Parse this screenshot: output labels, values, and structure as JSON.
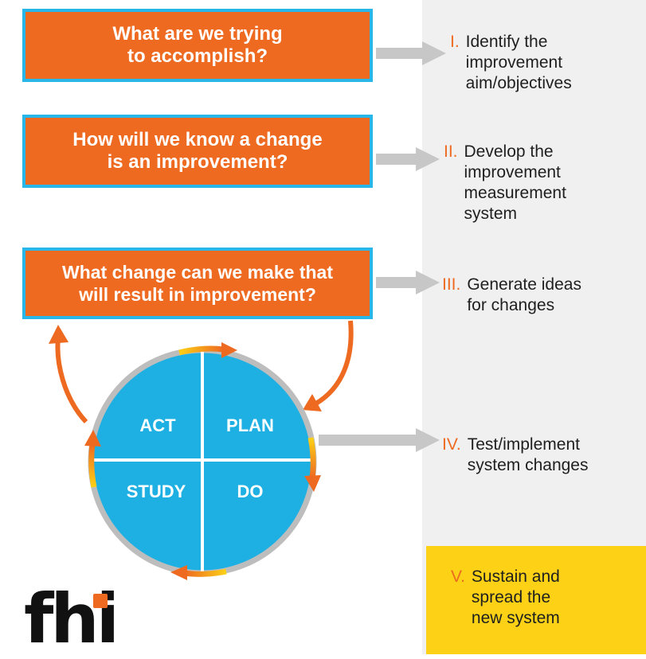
{
  "questions": [
    {
      "text": "What are we trying\nto accomplish?"
    },
    {
      "text": "How will we know a change\nis an improvement?"
    },
    {
      "text": "What change can we make that\nwill result in improvement?"
    }
  ],
  "steps": [
    {
      "num": "I.",
      "text": "Identify the\nimprovement\naim/objectives"
    },
    {
      "num": "II.",
      "text": "Develop the\nimprovement\nmeasurement\nsystem"
    },
    {
      "num": "III.",
      "text": "Generate ideas\nfor changes"
    },
    {
      "num": "IV.",
      "text": "Test/implement\nsystem changes"
    },
    {
      "num": "V.",
      "text": "Sustain and\nspread the\nnew system"
    }
  ],
  "cycle": {
    "act": "ACT",
    "plan": "PLAN",
    "study": "STUDY",
    "do": "DO"
  },
  "logo": {
    "text": "fhi"
  },
  "colors": {
    "orange": "#ee6a21",
    "blue_border": "#29b6e8",
    "circle_fill": "#1fb0e3",
    "sustain_bg": "#fcd116",
    "panel_bg": "#f0f0f0",
    "arrow_grey": "#c7c7c7"
  }
}
